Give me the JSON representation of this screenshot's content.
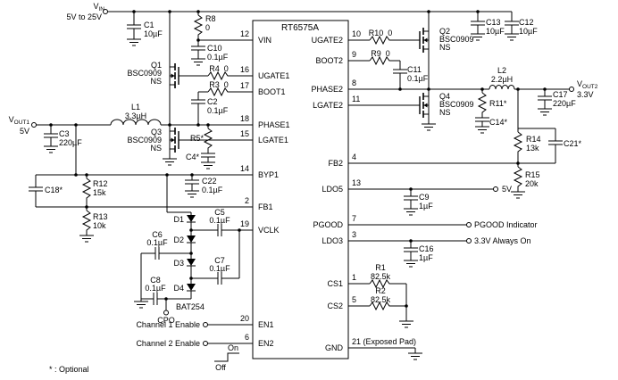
{
  "chip": {
    "name": "RT6575A",
    "pins": {
      "vin": {
        "num": "12",
        "name": "VIN"
      },
      "ugate1": {
        "num": "16",
        "name": "UGATE1"
      },
      "boot1": {
        "num": "17",
        "name": "BOOT1"
      },
      "phase1": {
        "num": "18",
        "name": "PHASE1"
      },
      "lgate1": {
        "num": "15",
        "name": "LGATE1"
      },
      "byp1": {
        "num": "14",
        "name": "BYP1"
      },
      "fb1": {
        "num": "2",
        "name": "FB1"
      },
      "vclk": {
        "num": "19",
        "name": "VCLK"
      },
      "en1": {
        "num": "20",
        "name": "EN1"
      },
      "en2": {
        "num": "6",
        "name": "EN2"
      },
      "ugate2": {
        "num": "10",
        "name": "UGATE2"
      },
      "boot2": {
        "num": "9",
        "name": "BOOT2"
      },
      "phase2": {
        "num": "8",
        "name": "PHASE2"
      },
      "lgate2": {
        "num": "11",
        "name": "LGATE2"
      },
      "fb2": {
        "num": "4",
        "name": "FB2"
      },
      "ldo5": {
        "num": "13",
        "name": "LDO5"
      },
      "pgood": {
        "num": "7",
        "name": "PGOOD"
      },
      "ldo3": {
        "num": "3",
        "name": "LDO3"
      },
      "cs1": {
        "num": "1",
        "name": "CS1"
      },
      "cs2": {
        "num": "5",
        "name": "CS2"
      },
      "gnd": {
        "num": "21 (Exposed Pad)",
        "name": "GND"
      }
    }
  },
  "labels": {
    "vin": {
      "v": "V",
      "sub": "IN",
      "range": "5V to 25V"
    },
    "vout1": {
      "v": "V",
      "sub": "OUT1",
      "val": "5V"
    },
    "vout2": {
      "v": "V",
      "sub": "OUT2",
      "val": "3.3V"
    },
    "cpo": "CPO",
    "ldo5_out": "5V",
    "pgood_out": "PGOOD Indicator",
    "ldo3_out": "3.3V Always On",
    "en1": "Channel 1 Enable",
    "en2": "Channel 2 Enable",
    "on": "On",
    "off": "Off",
    "note": "* : Optional"
  },
  "parts": {
    "c1": {
      "ref": "C1",
      "val": "10µF"
    },
    "c2": {
      "ref": "C2",
      "val": "0.1µF"
    },
    "c3": {
      "ref": "C3",
      "val": "220µF"
    },
    "c4": {
      "ref": "C4*"
    },
    "c5": {
      "ref": "C5",
      "val": "0.1µF"
    },
    "c6": {
      "ref": "C6",
      "val": "0.1µF"
    },
    "c7": {
      "ref": "C7",
      "val": "0.1µF"
    },
    "c8": {
      "ref": "C8",
      "val": "0.1µF"
    },
    "c9": {
      "ref": "C9",
      "val": "1µF"
    },
    "c10": {
      "ref": "C10",
      "val": "0.1µF"
    },
    "c11": {
      "ref": "C11",
      "val": "0.1µF"
    },
    "c12": {
      "ref": "C12",
      "val": "10µF"
    },
    "c13": {
      "ref": "C13",
      "val": "10µF"
    },
    "c14": {
      "ref": "C14*"
    },
    "c16": {
      "ref": "C16",
      "val": "1µF"
    },
    "c17": {
      "ref": "C17",
      "val": "220µF"
    },
    "c18": {
      "ref": "C18*"
    },
    "c21": {
      "ref": "C21*"
    },
    "c22": {
      "ref": "C22",
      "val": "0.1µF"
    },
    "r1": {
      "ref": "R1",
      "val": "82.5k"
    },
    "r2": {
      "ref": "R2",
      "val": "82.5k"
    },
    "r3": {
      "ref": "R3",
      "val": "0"
    },
    "r4": {
      "ref": "R4",
      "val": "0"
    },
    "r5": {
      "ref": "R5*"
    },
    "r8": {
      "ref": "R8",
      "val": "0"
    },
    "r9": {
      "ref": "R9",
      "val": "0"
    },
    "r10": {
      "ref": "R10",
      "val": "0"
    },
    "r11": {
      "ref": "R11*"
    },
    "r12": {
      "ref": "R12",
      "val": "15k"
    },
    "r13": {
      "ref": "R13",
      "val": "10k"
    },
    "r14": {
      "ref": "R14",
      "val": "13k"
    },
    "r15": {
      "ref": "R15",
      "val": "20k"
    },
    "l1": {
      "ref": "L1",
      "val": "3.3µH"
    },
    "l2": {
      "ref": "L2",
      "val": "2.2µH"
    },
    "q1": {
      "ref": "Q1",
      "model": "BSC0909",
      "pkg": "NS"
    },
    "q2": {
      "ref": "Q2",
      "model": "BSC0909",
      "pkg": "NS"
    },
    "q3": {
      "ref": "Q3",
      "model": "BSC0909",
      "pkg": "NS"
    },
    "q4": {
      "ref": "Q4",
      "model": "BSC0909",
      "pkg": "NS"
    },
    "d1": {
      "ref": "D1"
    },
    "d2": {
      "ref": "D2"
    },
    "d3": {
      "ref": "D3"
    },
    "d4": {
      "ref": "D4"
    },
    "bat": {
      "ref": "BAT254"
    }
  }
}
